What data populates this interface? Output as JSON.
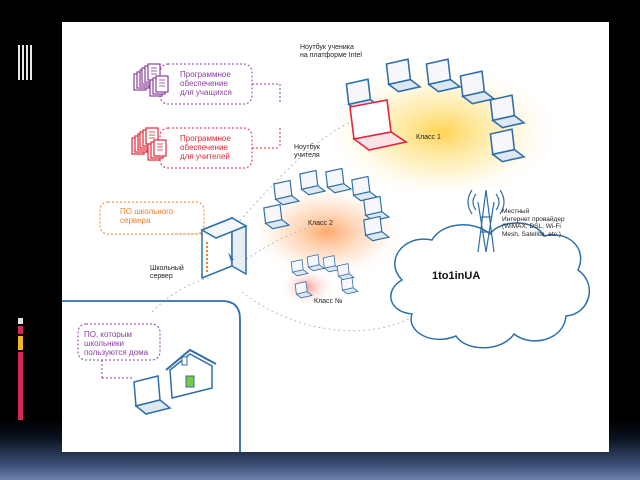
{
  "diagram": {
    "student_laptop_label": [
      "Ноутбук ученика",
      "на платформе Intel"
    ],
    "student_software_label": [
      "Программное",
      "обеспечение",
      "для учащихся"
    ],
    "teacher_software_label": [
      "Программное",
      "обеспечение",
      "для учителей"
    ],
    "teacher_laptop_label": [
      "Ноутбук",
      "учителя"
    ],
    "class1_label": "Класс 1",
    "class2_label": "Класс 2",
    "classN_label": "Класс №",
    "school_server_software_label": [
      "ПО школьного",
      "сервера"
    ],
    "school_server_label": [
      "Школьный",
      "сервер"
    ],
    "isp_label": [
      "Местный",
      "Интернет провайдер",
      "(WiMAX, DSL, Wi-Fi",
      "Mesh, Satellite, etc.)"
    ],
    "cloud_label": "1to1inUA",
    "home_software_label": [
      "ПО, которым",
      "школьники",
      "пользуются дома"
    ]
  },
  "colors": {
    "purple": "#8a3fa0",
    "red": "#e3263b",
    "orange": "#f07c2a",
    "blue": "#2f6fa8",
    "glow": "#ffd24a",
    "side_mark_red": "#d22a52",
    "side_mark_yellow": "#f2b822",
    "side_mark_white": "#e0e0e0"
  },
  "icons": [
    "laptop-icon",
    "document-stack-icon",
    "server-icon",
    "antenna-tower-icon",
    "cloud-icon",
    "house-icon"
  ]
}
